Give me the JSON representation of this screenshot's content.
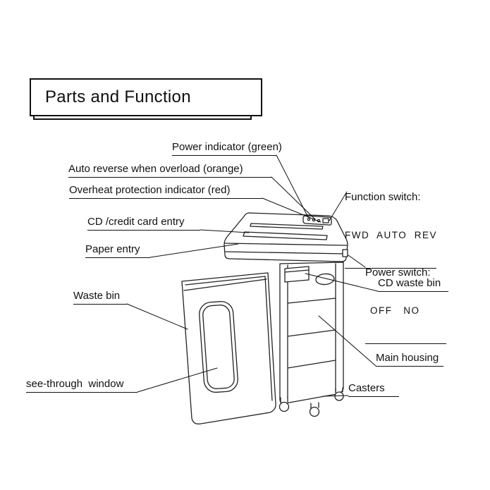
{
  "title": "Parts and Function",
  "labels": {
    "power_indicator": "Power indicator (green)",
    "auto_reverse": "Auto reverse when overload (orange)",
    "overheat_protection": "Overheat protection indicator (red)",
    "function_switch": {
      "line1": "Function switch:",
      "line2": "FWD  AUTO  REV"
    },
    "cd_entry": "CD /credit card entry",
    "paper_entry": "Paper entry",
    "power_switch": {
      "line1": "Power switch:",
      "line2": "OFF   NO"
    },
    "cd_waste_bin": "CD waste bin",
    "waste_bin": "Waste bin",
    "main_housing": "Main housing",
    "see_through_window": "see-through  window",
    "casters": "Casters"
  },
  "colors": {
    "line": "#1f1f1f",
    "text": "#111111",
    "background": "#ffffff"
  }
}
